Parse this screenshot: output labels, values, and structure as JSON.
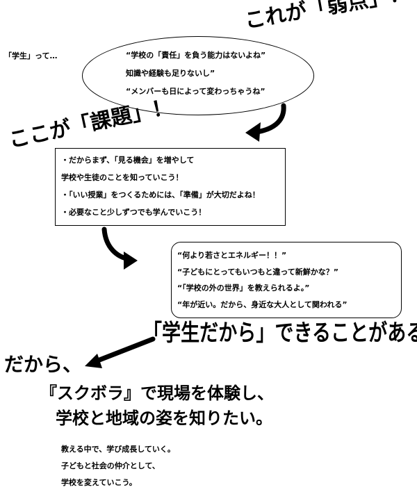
{
  "student_label": "「学生」って…",
  "weakness_heading": "これが「弱点」！",
  "weakness_bubble": {
    "lines": [
      "“学校の「責任」を負う能力はないよね”",
      "知識や経験も足りないし”",
      "“メンバーも日によって変わっちゃうね”"
    ]
  },
  "challenge_heading": "ここが「課題」！",
  "challenge_box": {
    "lines": [
      "・だからまず、「見る機会」を増やして",
      "学校や生徒のことを知っていこう！",
      "・「いい授業」をつくるためには、「準備」が大切だよね！",
      "・必要なこと少しずつでも学んでいこう！"
    ]
  },
  "strength_box": {
    "lines": [
      "“何より若さとエネルギー！！”",
      "“子どもにとってもいつもと違って新鮮かな？”",
      "“「学校の外の世界」を教えられるよ。”",
      "“年が近い。だから、身近な大人として関われる”"
    ]
  },
  "can_do_heading": "「学生だから」できることがある！",
  "conclusion": {
    "dakara": "だから、",
    "line1": "『スクボラ』で現場を体験し、",
    "line2": "学校と地域の姿を知りたい。"
  },
  "closing_lines": [
    "教える中で、学び成長していく。",
    "子どもと社会の仲介として、",
    "学校を変えていこう。"
  ]
}
